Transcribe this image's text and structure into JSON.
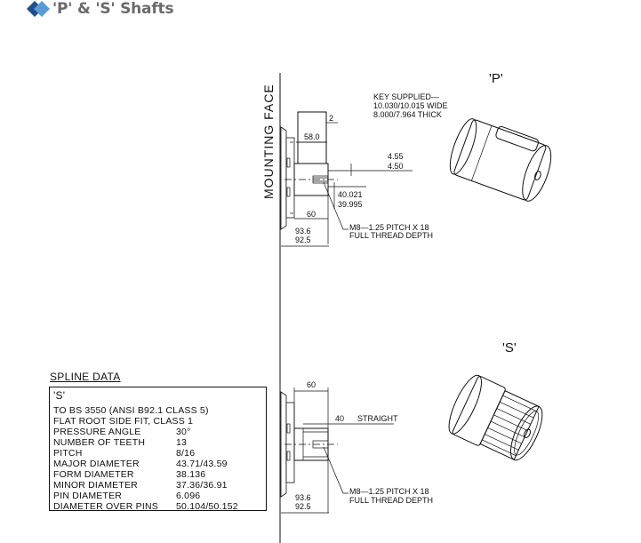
{
  "header": {
    "title": "'P' & 'S' Shafts",
    "logo_icon": "blue-diamond-logo-icon",
    "colors": {
      "logo_dark": "#1f4f8f",
      "logo_light": "#5b9bd5",
      "title": "#6b6b6b"
    }
  },
  "drawing": {
    "mounting_face": "MOUNTING FACE",
    "p_view": {
      "label": "'P'",
      "key_note": [
        "KEY SUPPLIED—",
        "10.030/10.015 WIDE",
        "8.000/7.964 THICK"
      ],
      "dims": {
        "key_offset": "2",
        "key_length": "58.0",
        "dia_top": "4.55",
        "dia_bottom": "4.50",
        "shaft_dia_top": "40.021",
        "shaft_dia_bottom": "39.995",
        "shaft_length": "60",
        "total_top": "93.6",
        "total_bottom": "92.5"
      },
      "thread_note": [
        "M8—1.25 PITCH X 18",
        "FULL THREAD DEPTH"
      ]
    },
    "s_view": {
      "label": "'S'",
      "dims": {
        "shaft_length": "60",
        "straight": "40",
        "straight_label": "STRAIGHT",
        "total_top": "93.6",
        "total_bottom": "92.5"
      },
      "thread_note": [
        "M8—1.25 PITCH X 18",
        "FULL THREAD DEPTH"
      ]
    }
  },
  "spline": {
    "title": "SPLINE DATA",
    "type_label": "'S'",
    "lines": [
      "TO BS 3550 (ANSI B92.1 CLASS 5)",
      "FLAT ROOT SIDE FIT, CLASS 1"
    ],
    "rows": [
      {
        "label": "PRESSURE ANGLE",
        "value": "30°"
      },
      {
        "label": "NUMBER OF TEETH",
        "value": "13"
      },
      {
        "label": "PITCH",
        "value": "8/16"
      },
      {
        "label": "MAJOR DIAMETER",
        "value": "43.71/43.59"
      },
      {
        "label": "FORM DIAMETER",
        "value": "38.136"
      },
      {
        "label": "MINOR DIAMETER",
        "value": "37.36/36.91"
      },
      {
        "label": "PIN DIAMETER",
        "value": "6.096"
      },
      {
        "label": "DIAMETER OVER PINS",
        "value": "50.104/50.152"
      }
    ]
  }
}
